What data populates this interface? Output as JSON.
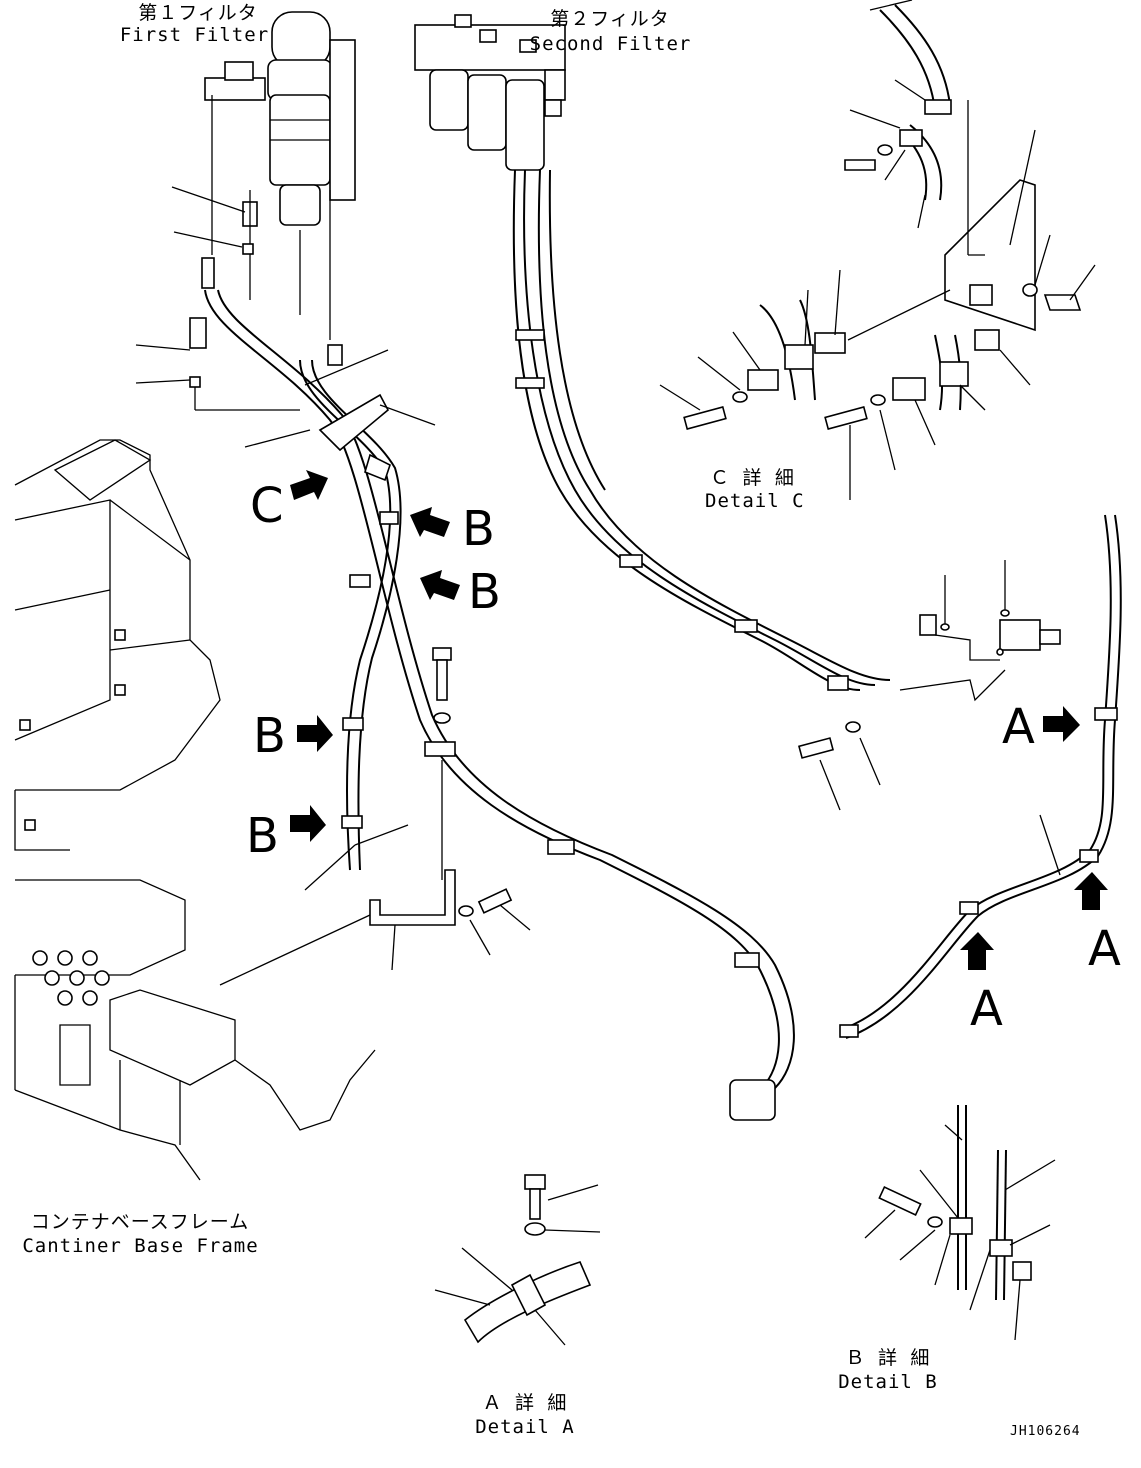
{
  "labels": {
    "first_filter_jp": "第１フィルタ",
    "first_filter_en": "First Filter",
    "second_filter_jp": "第２フィルタ",
    "second_filter_en": "Second Filter",
    "detail_c_jp": "Ｃ 詳 細",
    "detail_c_en": "Detail C",
    "detail_a_jp": "Ａ 詳 細",
    "detail_a_en": "Detail A",
    "detail_b_jp": "Ｂ 詳 細",
    "detail_b_en": "Detail B",
    "base_frame_jp": "コンテナベースフレーム",
    "base_frame_en": "Cantiner Base Frame",
    "drawing_code": "JH106264"
  },
  "view_markers": {
    "c": "C",
    "b": "B",
    "a": "A"
  }
}
